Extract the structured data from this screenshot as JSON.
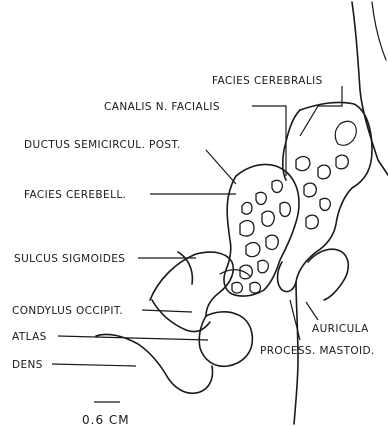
{
  "labels": {
    "facies_cerebralis": "FACIES CEREBRALIS",
    "canalis_n_facialis": "CANALIS N. FACIALIS",
    "ductus_semicircul_post": "DUCTUS SEMICIRCUL. POST.",
    "facies_cerebell": "FACIES CEREBELL.",
    "sulcus_sigmoides": "SULCUS SIGMOIDES",
    "condylus_occipit": "CONDYLUS OCCIPIT.",
    "atlas": "ATLAS",
    "dens": "DENS",
    "auricula": "AURICULA",
    "process_mastoid": "PROCESS. MASTOID."
  },
  "scale_label": "0.6 CM"
}
